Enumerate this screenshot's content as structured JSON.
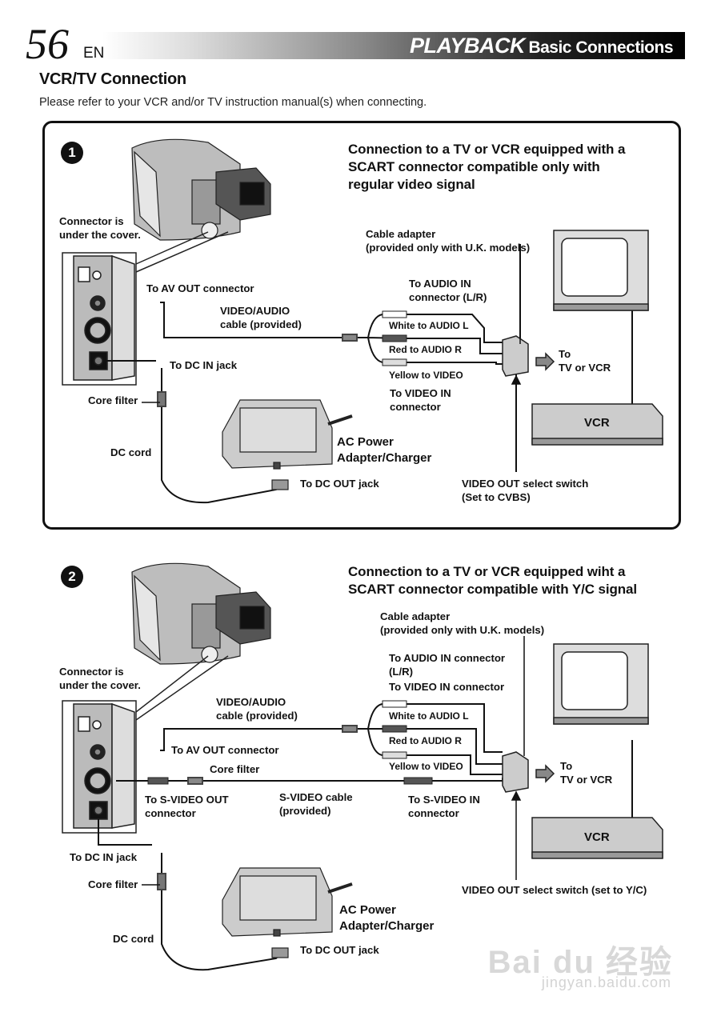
{
  "header": {
    "page_number": "56",
    "page_lang": "EN",
    "section_big": "PLAYBACK",
    "section_small": "Basic Connections"
  },
  "section_title": "VCR/TV Connection",
  "intro": "Please refer to your VCR and/or TV instruction manual(s) when connecting.",
  "panel1": {
    "step": "1",
    "title_lines": [
      "Connection to a TV or VCR equipped with a",
      "SCART connector compatible only with",
      "regular video signal"
    ],
    "labels": {
      "connector_cover": [
        "Connector is",
        "under the cover."
      ],
      "cable_adapter": [
        "Cable adapter",
        "(provided only with U.K. models)"
      ],
      "av_out": "To AV OUT connector",
      "video_audio_cable": [
        "VIDEO/AUDIO",
        "cable (provided)"
      ],
      "audio_in": [
        "To AUDIO IN",
        "connector (L/R)"
      ],
      "white": "White to AUDIO L",
      "red": "Red to AUDIO R",
      "yellow": "Yellow to VIDEO",
      "to_tv_vcr": [
        "To",
        "TV or VCR"
      ],
      "dc_in": "To DC IN jack",
      "video_in": [
        "To VIDEO  IN",
        "connector"
      ],
      "core_filter": "Core filter",
      "vcr": "VCR",
      "dc_cord": "DC cord",
      "ac_power": [
        "AC Power",
        "Adapter/Charger"
      ],
      "dc_out": "To DC OUT jack",
      "video_out_switch": [
        "VIDEO OUT select switch",
        "(Set to CVBS)"
      ]
    }
  },
  "panel2": {
    "step": "2",
    "title_lines": [
      "Connection to a TV or VCR equipped wiht a",
      "SCART connector compatible with  Y/C signal"
    ],
    "labels": {
      "cable_adapter": [
        "Cable adapter",
        "(provided only with U.K. models)"
      ],
      "audio_in": [
        "To AUDIO IN connector",
        "(L/R)"
      ],
      "video_in": "To VIDEO IN connector",
      "connector_cover": [
        "Connector is",
        "under the cover."
      ],
      "video_audio_cable": [
        "VIDEO/AUDIO",
        "cable (provided)"
      ],
      "white": "White to AUDIO L",
      "red": "Red to AUDIO R",
      "yellow": "Yellow to VIDEO",
      "av_out": "To AV OUT connector",
      "core_filter_top": "Core filter",
      "to_tv_vcr": [
        "To",
        "TV or VCR"
      ],
      "svideo_out": [
        "To S-VIDEO OUT",
        "connector"
      ],
      "svideo_cable": [
        "S-VIDEO cable",
        "(provided)"
      ],
      "svideo_in": [
        "To S-VIDEO IN",
        "connector"
      ],
      "vcr": "VCR",
      "dc_in": "To DC IN jack",
      "core_filter": "Core filter",
      "video_out_switch": "VIDEO OUT select switch (set to Y/C)",
      "ac_power": [
        "AC Power",
        "Adapter/Charger"
      ],
      "dc_cord": "DC cord",
      "dc_out": "To DC OUT jack"
    }
  },
  "watermark": {
    "brand": "Bai du 经验",
    "url": "jingyan.baidu.com"
  }
}
